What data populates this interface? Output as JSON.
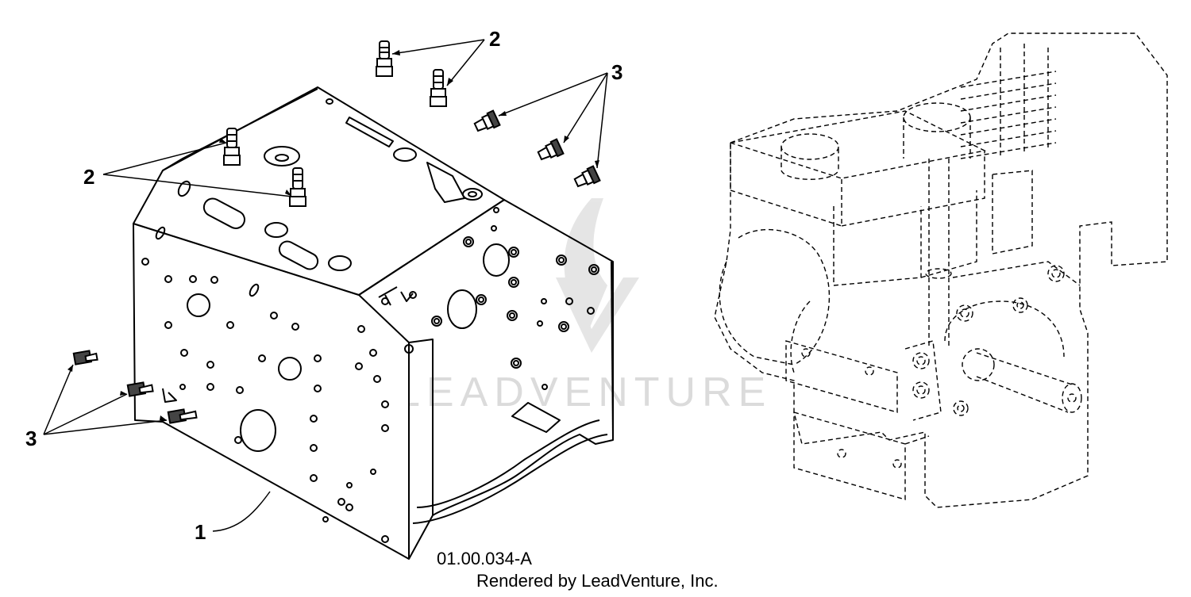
{
  "callouts": {
    "frame": "1",
    "bolt_a": "2",
    "bolt_b": "2",
    "screw_a": "3",
    "screw_b": "3"
  },
  "footer": {
    "part_number": "01.00.034-A",
    "rendered_by": "Rendered by LeadVenture, Inc."
  },
  "watermark": {
    "text": "LEADVENTURE"
  },
  "colors": {
    "line": "#000000",
    "phantom": "#000000",
    "watermark": "#d8d8d8"
  }
}
